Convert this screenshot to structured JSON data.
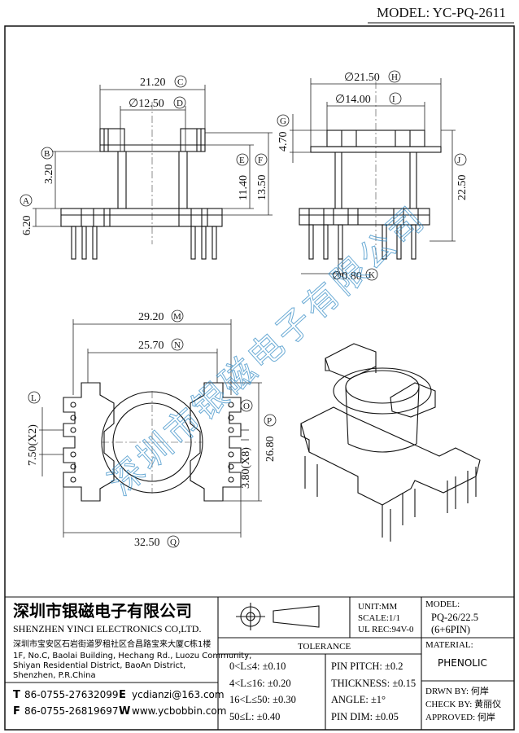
{
  "model_label": "MODEL: YC-PQ-2611",
  "dimensions": {
    "A": {
      "value": "6.20",
      "letter": "A"
    },
    "B": {
      "value": "3.20",
      "letter": "B"
    },
    "C": {
      "value": "21.20",
      "letter": "C"
    },
    "D": {
      "value": "∅12.50",
      "letter": "D"
    },
    "E": {
      "value": "11.40",
      "letter": "E"
    },
    "F": {
      "value": "13.50",
      "letter": "F"
    },
    "G": {
      "value": "4.70",
      "letter": "G"
    },
    "H": {
      "value": "∅21.50",
      "letter": "H"
    },
    "I": {
      "value": "∅14.00",
      "letter": "I"
    },
    "J": {
      "value": "22.50",
      "letter": "J"
    },
    "K": {
      "value": "∅0.80",
      "letter": "K"
    },
    "L": {
      "value": "7.50(X2)",
      "letter": "L"
    },
    "M": {
      "value": "29.20",
      "letter": "M"
    },
    "N": {
      "value": "25.70",
      "letter": "N"
    },
    "O": {
      "value": "3.80(X8)",
      "letter": "O"
    },
    "P": {
      "value": "26.80",
      "letter": "P"
    },
    "Q": {
      "value": "32.50",
      "letter": "Q"
    }
  },
  "watermark": "深圳市银磁电子有限公司",
  "company": {
    "name_cn": "深圳市银磁电子有限公司",
    "name_en": "SHENZHEN YINCI ELECTRONICS CO,LTD.",
    "address_cn": "深圳市宝安区石岩街道罗租社区合昌路宝来大厦C栋1楼",
    "address_en_1": "1F, No.C, Baolai Building, Hechang Rd., Luozu Community,",
    "address_en_2": "Shiyan Residential District, BaoAn District,",
    "address_en_3": "Shenzhen, P.R.China",
    "tel_label": "T",
    "tel": "86-0755-27632099",
    "fax_label": "F",
    "fax": "86-0755-26819697",
    "email_label": "E",
    "email": "ycdianzi@163.com",
    "web_label": "W",
    "web": "www.ycbobbin.com"
  },
  "specs": {
    "unit": "UNIT:MM",
    "scale": "SCALE:1/1",
    "ul_rec": "UL REC:94V-0",
    "tolerance_title": "TOLERANCE",
    "tol_1": "0<L≤4: ±0.10",
    "tol_2": "4<L≤16: ±0.20",
    "tol_3": "16<L≤50: ±0.30",
    "tol_4": "50≤L: ±0.40",
    "pin_pitch": "PIN PITCH: ±0.2",
    "thickness": "THICKNESS: ±0.15",
    "angle": "ANGLE: ±1°",
    "pin_dim": "PIN DIM: ±0.05"
  },
  "model_box": {
    "label": "MODEL:",
    "line1": "PQ-26/22.5",
    "line2": "(6+6PIN)",
    "material_label": "MATERIAL:",
    "material": "PHENOLIC",
    "drawn_by": "DRWN BY: 何岸",
    "check_by": "CHECK BY: 黄丽仪",
    "approved": "APPROVED: 何岸"
  }
}
